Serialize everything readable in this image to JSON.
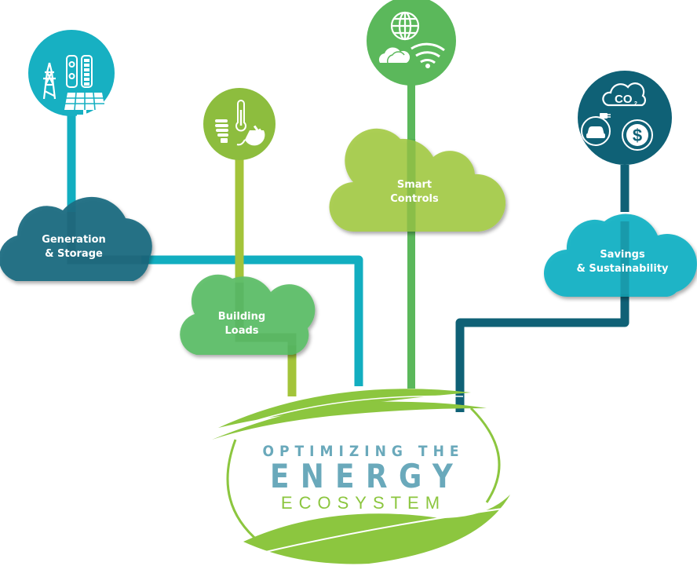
{
  "diagram": {
    "title": {
      "line1": "OPTIMIZING THE",
      "line2": "ENERGY",
      "line3": "ECOSYSTEM"
    },
    "nodes": [
      {
        "id": "generation",
        "label_line1": "Generation",
        "label_line2": "& Storage",
        "color": "#1f6e82",
        "icon_color": "#17b0c2",
        "icons": [
          "transmission-tower-icon",
          "battery-icon",
          "solar-panel-icon"
        ]
      },
      {
        "id": "building",
        "label_line1": "Building",
        "label_line2": "Loads",
        "color": "#5fbf6a",
        "icon_color": "#8dbd3e",
        "icons": [
          "light-bulb-icon",
          "thermometer-icon",
          "plug-icon"
        ]
      },
      {
        "id": "smart",
        "label_line1": "Smart",
        "label_line2": "Controls",
        "color": "#a8cc4e",
        "icon_color": "#5bb85b",
        "icons": [
          "globe-icon",
          "cloud-icon",
          "wifi-icon"
        ]
      },
      {
        "id": "savings",
        "label_line1": "Savings",
        "label_line2": "& Sustainability",
        "color": "#19b3c5",
        "icon_color": "#0f6176",
        "icons": [
          "co2-cloud-icon",
          "electric-car-icon",
          "dollar-icon"
        ]
      }
    ],
    "colors": {
      "teal": "#12aec0",
      "dark_teal": "#0f6176",
      "lime": "#a3c43a",
      "green": "#5bb85b",
      "leaf": "#8cc63f",
      "title_blue": "#6aa9bb"
    }
  }
}
